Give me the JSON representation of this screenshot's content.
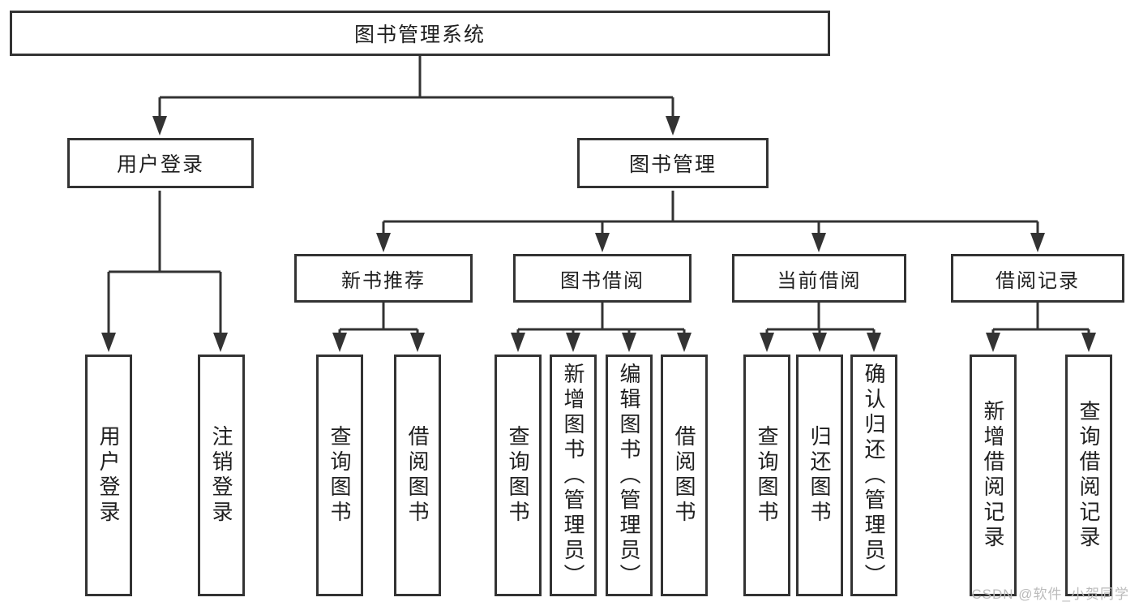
{
  "diagram_type": "function-structure-tree",
  "colors": {
    "line": "#333333",
    "box_border": "#333333",
    "text": "#1f1f1f",
    "background": "#ffffff",
    "watermark": "#bbbbbb"
  },
  "tree": {
    "root": {
      "label": "图书管理系统"
    },
    "branches": [
      {
        "label": "用户登录",
        "leaves": [
          {
            "label": "用户登录"
          },
          {
            "label": "注销登录"
          }
        ]
      },
      {
        "label": "图书管理",
        "groups": [
          {
            "label": "新书推荐",
            "leaves": [
              {
                "label": "查询图书"
              },
              {
                "label": "借阅图书"
              }
            ]
          },
          {
            "label": "图书借阅",
            "leaves": [
              {
                "label": "查询图书"
              },
              {
                "label": "新增图书（管理员）"
              },
              {
                "label": "编辑图书（管理员）"
              },
              {
                "label": "借阅图书"
              }
            ]
          },
          {
            "label": "当前借阅",
            "leaves": [
              {
                "label": "查询图书"
              },
              {
                "label": "归还图书"
              },
              {
                "label": "确认归还（管理员）"
              }
            ]
          },
          {
            "label": "借阅记录",
            "leaves": [
              {
                "label": "新增借阅记录"
              },
              {
                "label": "查询借阅记录"
              }
            ]
          }
        ]
      }
    ]
  },
  "watermark": {
    "text": "CSDN @软件_小贺同学"
  }
}
